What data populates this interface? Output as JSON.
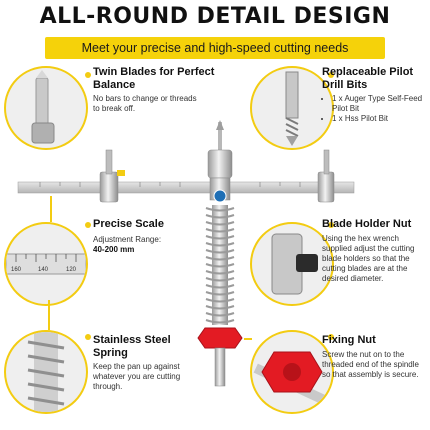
{
  "header": {
    "title": "ALL-ROUND DETAIL DESIGN",
    "subtitle": "Meet your precise and high-speed cutting needs"
  },
  "features": {
    "twin_blades": {
      "title_line1": "Twin Blades for Perfect",
      "title_line2": "Balance",
      "desc": "No bars to change or threads to break off."
    },
    "pilot_bits": {
      "title_line1": "Replaceable Pilot",
      "title_line2": "Drill Bits",
      "items": [
        "1 x Auger Type Self-Feed Pilot Bit",
        "1 x Hss Pilot Bit"
      ]
    },
    "scale": {
      "title": "Precise Scale",
      "desc": "Adjustment Range:",
      "range": "40-200 mm",
      "ruler_labels": [
        "160",
        "140",
        "120"
      ]
    },
    "holder_nut": {
      "title": "Blade Holder Nut",
      "desc": "Using the hex wrench supplied adjust the cutting blade holders so that the cutting blades are at the desired diameter."
    },
    "spring": {
      "title_line1": "Stainless Steel",
      "title_line2": "Spring",
      "desc": "Keep the pan up against whatever you are cutting through."
    },
    "fixing_nut": {
      "title": "Fixing Nut",
      "desc": "Screw the nut on to the threaded end of the spindle so that assembly is secure."
    }
  },
  "colors": {
    "accent": "#f3cc12",
    "banner": "#f5d20a",
    "steel": "#c9c9c9",
    "nut_red": "#e31b23",
    "badge_blue": "#1f6fb5"
  }
}
